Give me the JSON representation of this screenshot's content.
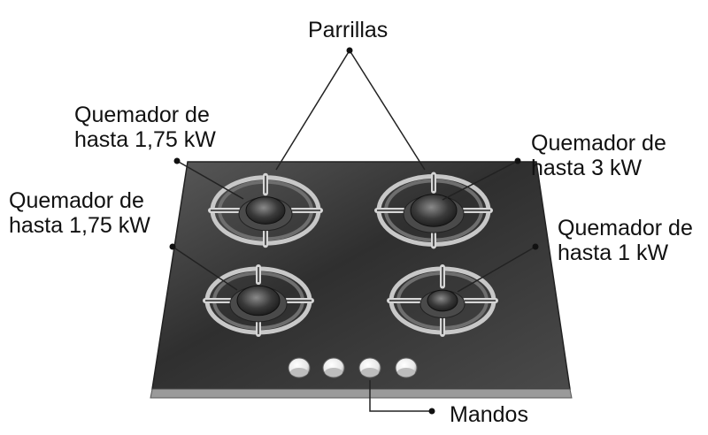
{
  "labels": {
    "parrillas": "Parrillas",
    "burner_top_left": [
      "Quemador de",
      "hasta 1,75 kW"
    ],
    "burner_top_right": [
      "Quemador de",
      "hasta 3 kW"
    ],
    "burner_bottom_left": [
      "Quemador de",
      "hasta 1,75 kW"
    ],
    "burner_bottom_right": [
      "Quemador de",
      "hasta 1 kW"
    ],
    "mandos": "Mandos"
  },
  "colors": {
    "glass_top": "#3a3a3a",
    "glass_edge": "#8a8a8a",
    "burner_cap": "#2e2e2e",
    "grate": "#9a9a9a",
    "knob": "#f2f2f2",
    "leader": "#222222"
  }
}
